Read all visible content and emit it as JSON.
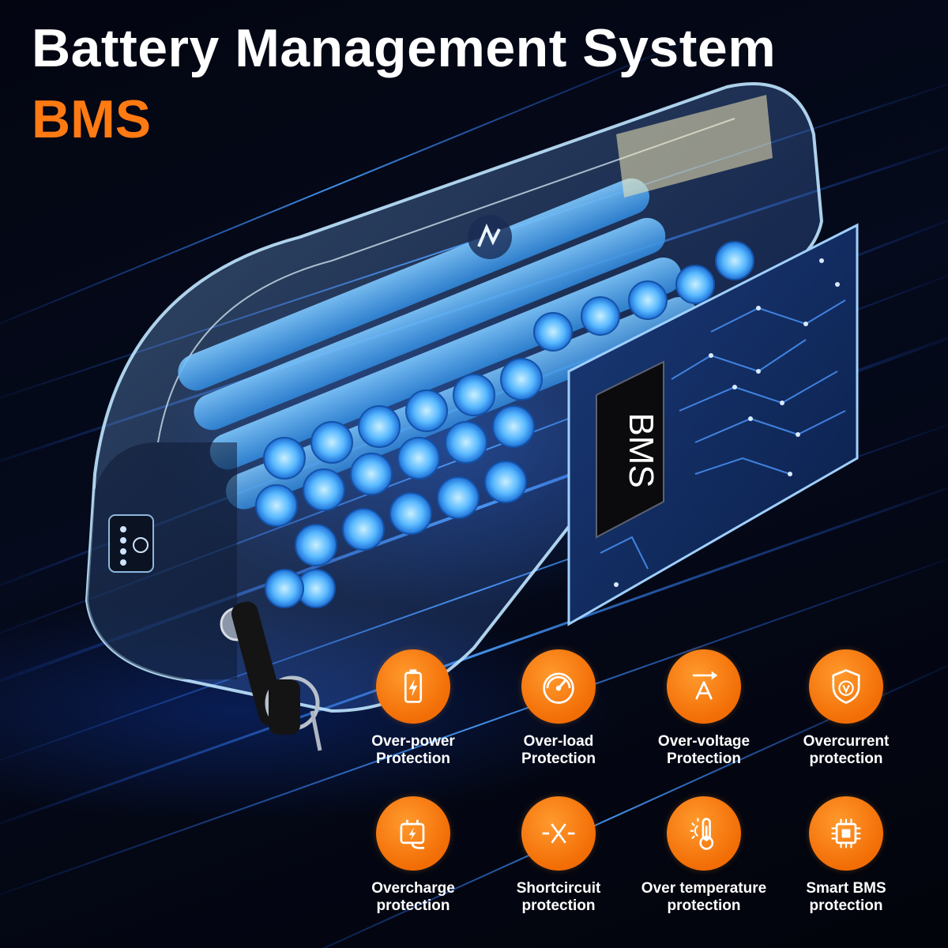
{
  "header": {
    "title": "Battery Management System",
    "subtitle": "BMS"
  },
  "battery": {
    "bms_chip_label": "BMS"
  },
  "colors": {
    "accent": "#f26d05",
    "title": "#ffffff",
    "subtitle": "#ff7a12",
    "glow": "#2a7bff"
  },
  "features": [
    {
      "icon": "battery-bolt-icon",
      "line1": "Over-power",
      "line2": "Protection"
    },
    {
      "icon": "gauge-icon",
      "line1": "Over-load",
      "line2": "Protection"
    },
    {
      "icon": "voltage-arrow-icon",
      "line1": "Over-voltage",
      "line2": "Protection"
    },
    {
      "icon": "shield-v-icon",
      "line1": "Overcurrent",
      "line2": "protection"
    },
    {
      "icon": "charger-plug-icon",
      "line1": "Overcharge",
      "line2": "protection"
    },
    {
      "icon": "short-circuit-icon",
      "line1": "Shortcircuit",
      "line2": "protection"
    },
    {
      "icon": "thermometer-sun-icon",
      "line1": "Over temperature",
      "line2": "protection"
    },
    {
      "icon": "chip-icon",
      "line1": "Smart BMS",
      "line2": "protection"
    }
  ]
}
